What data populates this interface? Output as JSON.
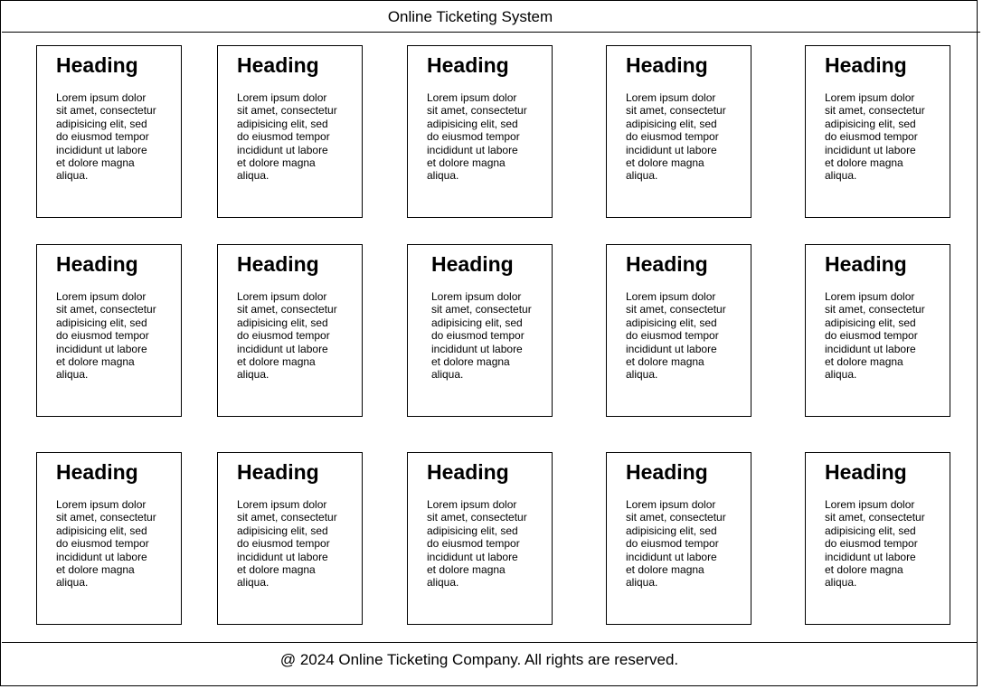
{
  "header": {
    "title": "Online Ticketing System"
  },
  "cards": [
    {
      "heading": "Heading",
      "body": "Lorem ipsum dolor sit amet, consectetur adipisicing elit, sed do eiusmod tempor incididunt ut labore et dolore magna aliqua."
    },
    {
      "heading": "Heading",
      "body": "Lorem ipsum dolor sit amet, consectetur adipisicing elit, sed do eiusmod tempor incididunt ut labore et dolore magna aliqua."
    },
    {
      "heading": "Heading",
      "body": "Lorem ipsum dolor sit amet, consectetur adipisicing elit, sed do eiusmod tempor incididunt ut labore et dolore magna aliqua."
    },
    {
      "heading": "Heading",
      "body": "Lorem ipsum dolor sit amet, consectetur adipisicing elit, sed do eiusmod tempor incididunt ut labore et dolore magna aliqua."
    },
    {
      "heading": "Heading",
      "body": "Lorem ipsum dolor sit amet, consectetur adipisicing elit, sed do eiusmod tempor incididunt ut labore et dolore magna aliqua."
    },
    {
      "heading": "Heading",
      "body": "Lorem ipsum dolor sit amet, consectetur adipisicing elit, sed do eiusmod tempor incididunt ut labore et dolore magna aliqua."
    },
    {
      "heading": "Heading",
      "body": "Lorem ipsum dolor sit amet, consectetur adipisicing elit, sed do eiusmod tempor incididunt ut labore et dolore magna aliqua."
    },
    {
      "heading": "Heading",
      "body": "Lorem ipsum dolor sit amet, consectetur adipisicing elit, sed do eiusmod tempor incididunt ut labore et dolore magna aliqua."
    },
    {
      "heading": "Heading",
      "body": "Lorem ipsum dolor sit amet, consectetur adipisicing elit, sed do eiusmod tempor incididunt ut labore et dolore magna aliqua."
    },
    {
      "heading": "Heading",
      "body": "Lorem ipsum dolor sit amet, consectetur adipisicing elit, sed do eiusmod tempor incididunt ut labore et dolore magna aliqua."
    },
    {
      "heading": "Heading",
      "body": "Lorem ipsum dolor sit amet, consectetur adipisicing elit, sed do eiusmod tempor incididunt ut labore et dolore magna aliqua."
    },
    {
      "heading": "Heading",
      "body": "Lorem ipsum dolor sit amet, consectetur adipisicing elit, sed do eiusmod tempor incididunt ut labore et dolore magna aliqua."
    },
    {
      "heading": "Heading",
      "body": "Lorem ipsum dolor sit amet, consectetur adipisicing elit, sed do eiusmod tempor incididunt ut labore et dolore magna aliqua."
    },
    {
      "heading": "Heading",
      "body": "Lorem ipsum dolor sit amet, consectetur adipisicing elit, sed do eiusmod tempor incididunt ut labore et dolore magna aliqua."
    },
    {
      "heading": "Heading",
      "body": "Lorem ipsum dolor sit amet, consectetur adipisicing elit, sed do eiusmod tempor incididunt ut labore et dolore magna aliqua."
    }
  ],
  "footer": {
    "text": "@ 2024 Online Ticketing Company. All rights are reserved."
  }
}
